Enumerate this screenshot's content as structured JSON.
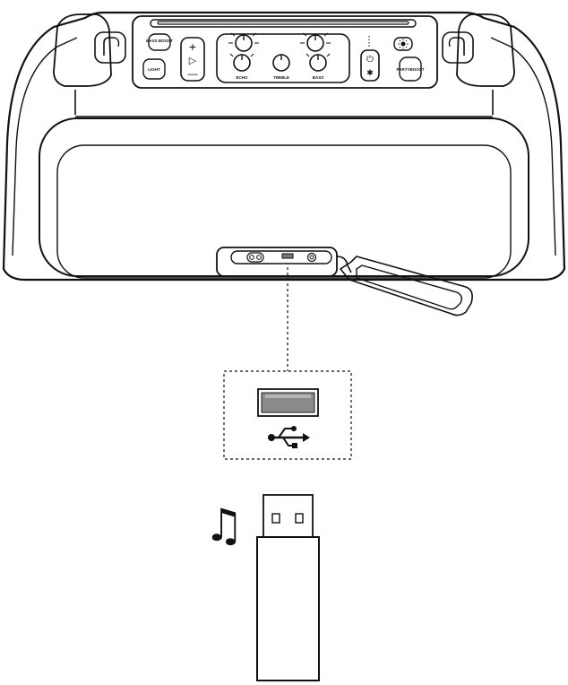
{
  "speaker": {
    "top_panel": {
      "buttons": {
        "bass_boost": "BASS BOOST",
        "light": "LIGHT",
        "volume_up": "+",
        "volume_down": "—",
        "play": "▷",
        "power": "⏻",
        "bluetooth": "✱",
        "partyboost": "PARTYBOOST"
      },
      "knobs": {
        "top_left": "",
        "top_right": "",
        "echo": "ECHO",
        "treble": "TREBLE",
        "bass": "BASS"
      }
    },
    "port_panel": {
      "flap": "open"
    }
  },
  "usb_callout": {
    "port_icon": "usb-port-icon",
    "symbol": "usb-icon"
  },
  "flash_drive": {
    "music_icon": "♫"
  }
}
